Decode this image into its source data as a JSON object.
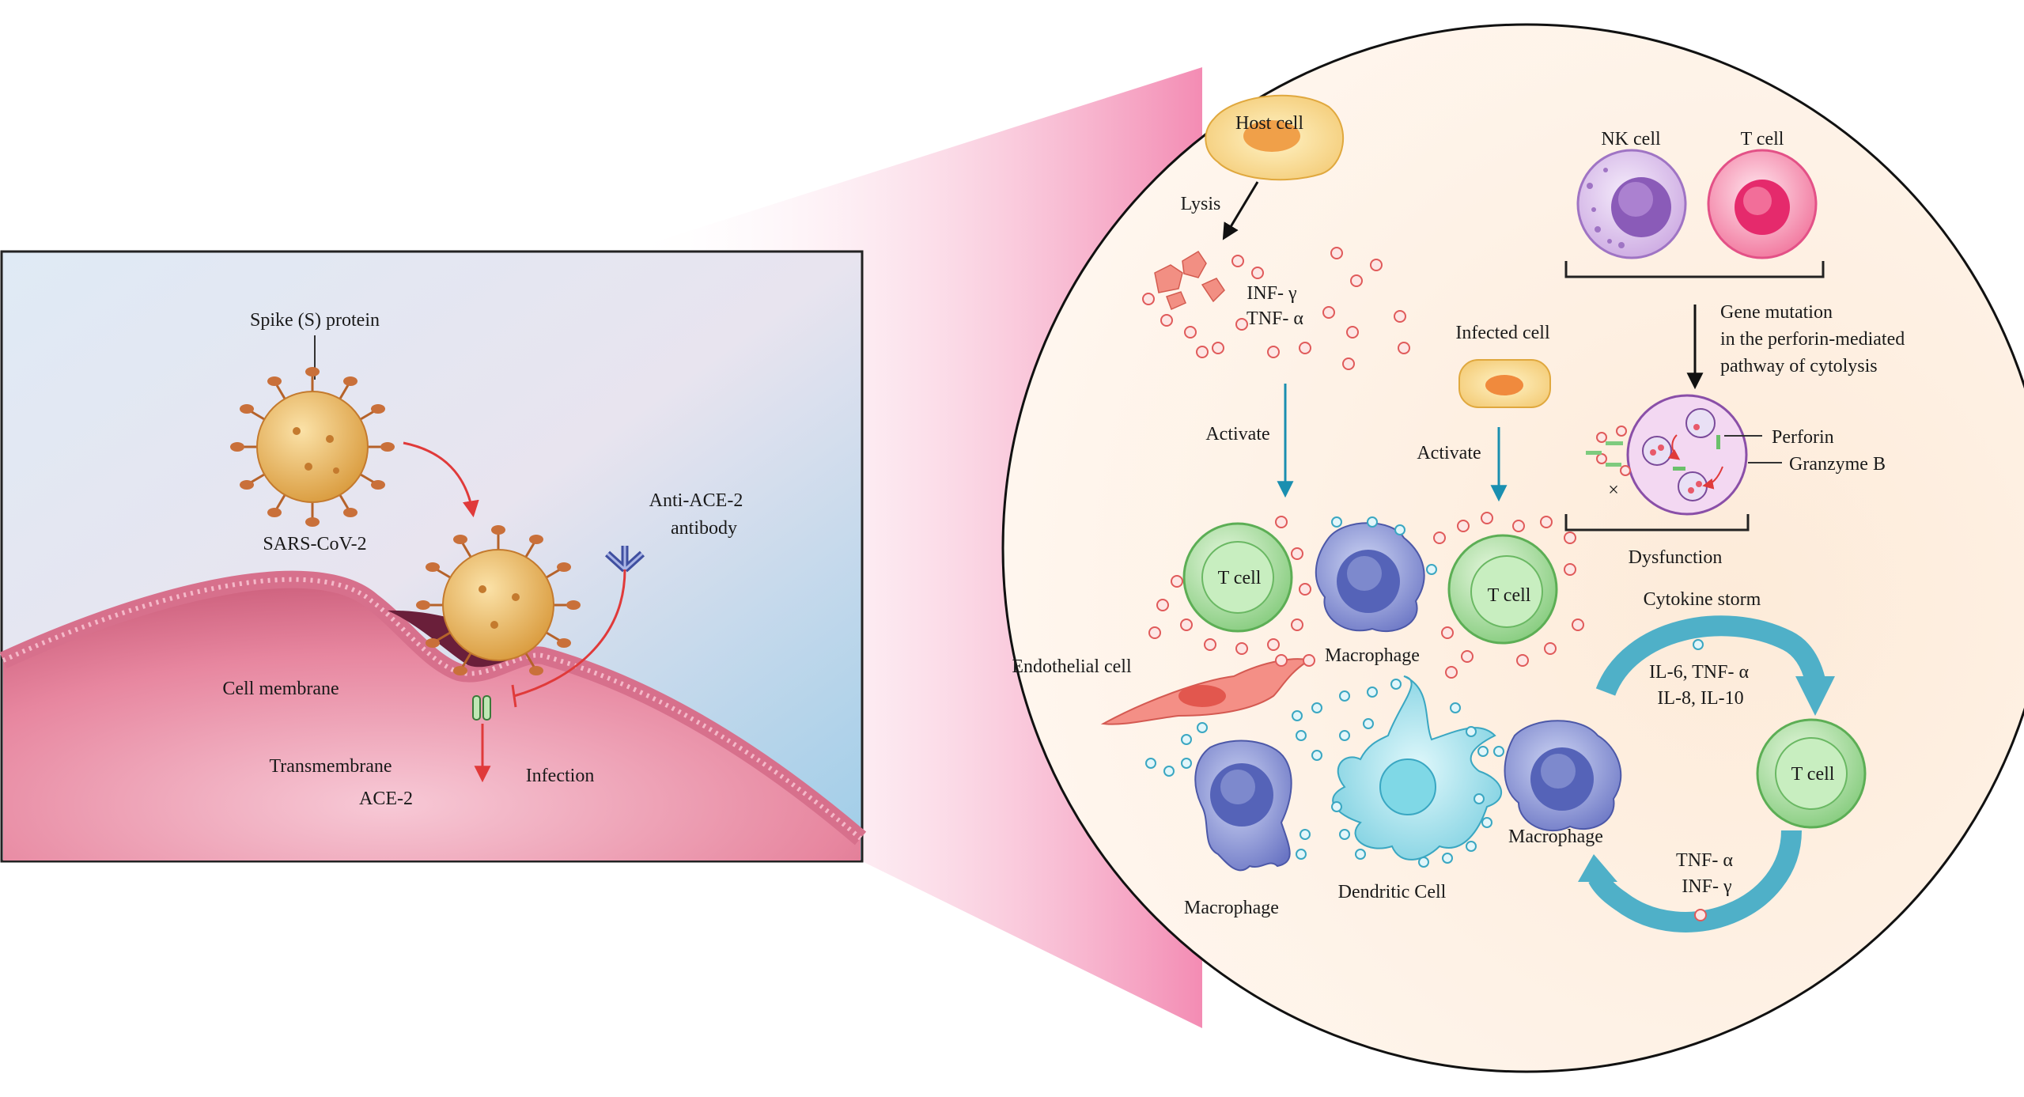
{
  "left_panel": {
    "spike_label": "Spike (S) protein",
    "virus_label": "SARS-CoV-2",
    "antibody_label_1": "Anti-ACE-2",
    "antibody_label_2": "antibody",
    "membrane_label": "Cell membrane",
    "receptor_label_1": "Transmembrane",
    "receptor_label_2": "ACE-2",
    "infection_label": "Infection"
  },
  "right_panel": {
    "host_cell": "Host cell",
    "lysis": "Lysis",
    "cytokine_1": "INF- γ",
    "cytokine_2": "TNF- α",
    "activate_1": "Activate",
    "infected_cell": "Infected cell",
    "activate_2": "Activate",
    "nk_cell": "NK cell",
    "t_cell_top": "T cell",
    "gene_mutation_1": "Gene mutation",
    "gene_mutation_2": "in the perforin-mediated",
    "gene_mutation_3": "pathway of cytolysis",
    "perforin": "Perforin",
    "granzyme": "Granzyme B",
    "dysfunction": "Dysfunction",
    "t_cell_1": "T cell",
    "t_cell_2": "T cell",
    "t_cell_3": "T cell",
    "macrophage_1": "Macrophage",
    "macrophage_2": "Macrophage",
    "macrophage_3": "Macrophage",
    "endothelial": "Endothelial cell",
    "dendritic": "Dendritic Cell",
    "storm_title": "Cytokine storm",
    "storm_1": "IL-6, TNF- α",
    "storm_2": "IL-8, IL-10",
    "storm_3": "TNF- α",
    "storm_4": "INF- γ"
  },
  "colors": {
    "arrow_red": "#e03a3a",
    "arrow_teal": "#1a8fb0",
    "membrane": "#c94b6b",
    "virus": "#e0a040",
    "t_cell": "#8fd08a",
    "macrophage": "#6a78c8",
    "dendritic": "#6fd0e0",
    "zoom_pink": "#f07aa8",
    "storm_arrow": "#4fb0c8"
  }
}
